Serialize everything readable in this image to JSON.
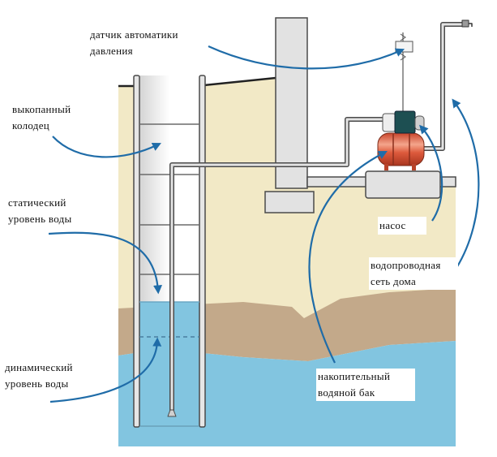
{
  "title": "Схема водоснабжения из колодца",
  "colors": {
    "soil_top": "#f2e9c6",
    "soil_clay": "#c3a98a",
    "water": "#82c5e0",
    "concrete": "#e2e2e2",
    "outline": "#4a4a4a",
    "arrow": "#1f6ca8",
    "tank": "#d9563a",
    "motor": "#1d4f52"
  },
  "labels": {
    "pressure_sensor": {
      "line1": "датчик автоматики",
      "line2": "давления"
    },
    "dug_well": {
      "line1": "выкопанный",
      "line2": "колодец"
    },
    "static_level": {
      "line1": "статический",
      "line2": "уровень воды"
    },
    "dynamic_level": {
      "line1": "динамический",
      "line2": "уровень воды"
    },
    "pump": {
      "line1": "насос"
    },
    "house_network": {
      "line1": "водопроводная",
      "line2": "сеть дома"
    },
    "storage_tank": {
      "line1": "накопительный",
      "line2": "водяной бак"
    }
  }
}
